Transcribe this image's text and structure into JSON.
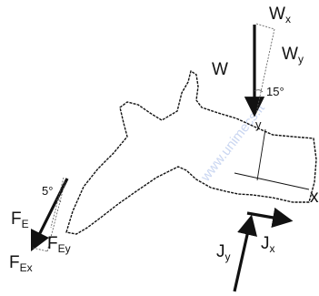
{
  "watermark": "www.unimecs.it",
  "labels": {
    "W": "W",
    "Wx": "W",
    "Wx_sub": "x",
    "Wy": "W",
    "Wy_sub": "y",
    "angle_w": "15°",
    "y_axis": "y",
    "x_axis": "x",
    "FE": "F",
    "FE_sub": "E",
    "angle_fe": "5°",
    "FEx": "F",
    "FEx_sub": "Ex",
    "FEy": "F",
    "FEy_sub": "Ey",
    "Jy": "J",
    "Jy_sub": "y",
    "Jx": "J",
    "Jx_sub": "x"
  },
  "colors": {
    "ink": "#111111",
    "watermark": "#9fb6e6"
  }
}
